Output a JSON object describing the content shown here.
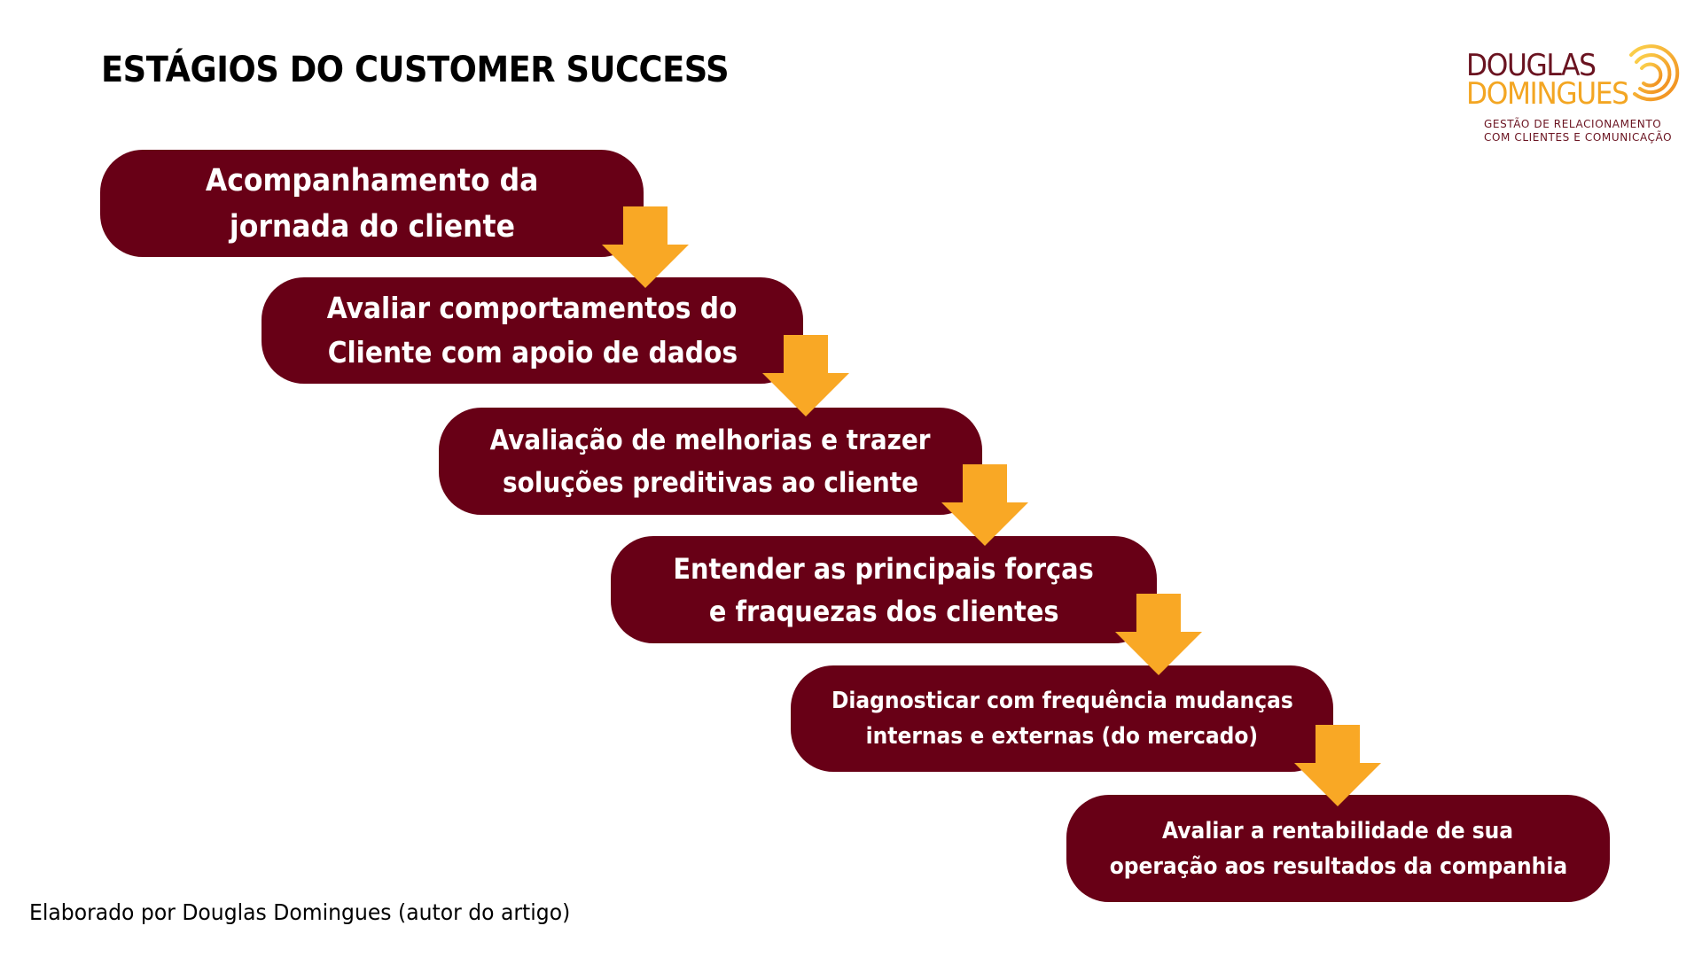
{
  "header": {
    "title": "ESTÁGIOS DO CUSTOMER SUCCESS"
  },
  "logo": {
    "name_line1": "DOUGLAS",
    "name_line2": "DOMINGUES",
    "tagline_line1": "GESTÃO DE RELACIONAMENTO",
    "tagline_line2": "COM CLIENTES E COMUNICAÇÃO",
    "icon": "spiral-icon",
    "colors": {
      "primary": "#6a1320",
      "accent": "#f3a623"
    }
  },
  "colors": {
    "step_background": "#680016",
    "step_text": "#ffffff",
    "arrow": "#f9a825",
    "title": "#000000"
  },
  "steps": [
    {
      "line1": "Acompanhamento da",
      "line2": "jornada do cliente"
    },
    {
      "line1": "Avaliar comportamentos do",
      "line2": "Cliente com apoio de dados"
    },
    {
      "line1": "Avaliação de melhorias e trazer",
      "line2": "soluções preditivas ao cliente"
    },
    {
      "line1": "Entender as principais forças",
      "line2": "e fraquezas dos clientes"
    },
    {
      "line1": "Diagnosticar com frequência mudanças",
      "line2": "internas e externas (do mercado)"
    },
    {
      "line1": "Avaliar a rentabilidade de sua",
      "line2": "operação aos resultados da companhia"
    }
  ],
  "footer": {
    "credit": "Elaborado por Douglas Domingues (autor do artigo)"
  }
}
